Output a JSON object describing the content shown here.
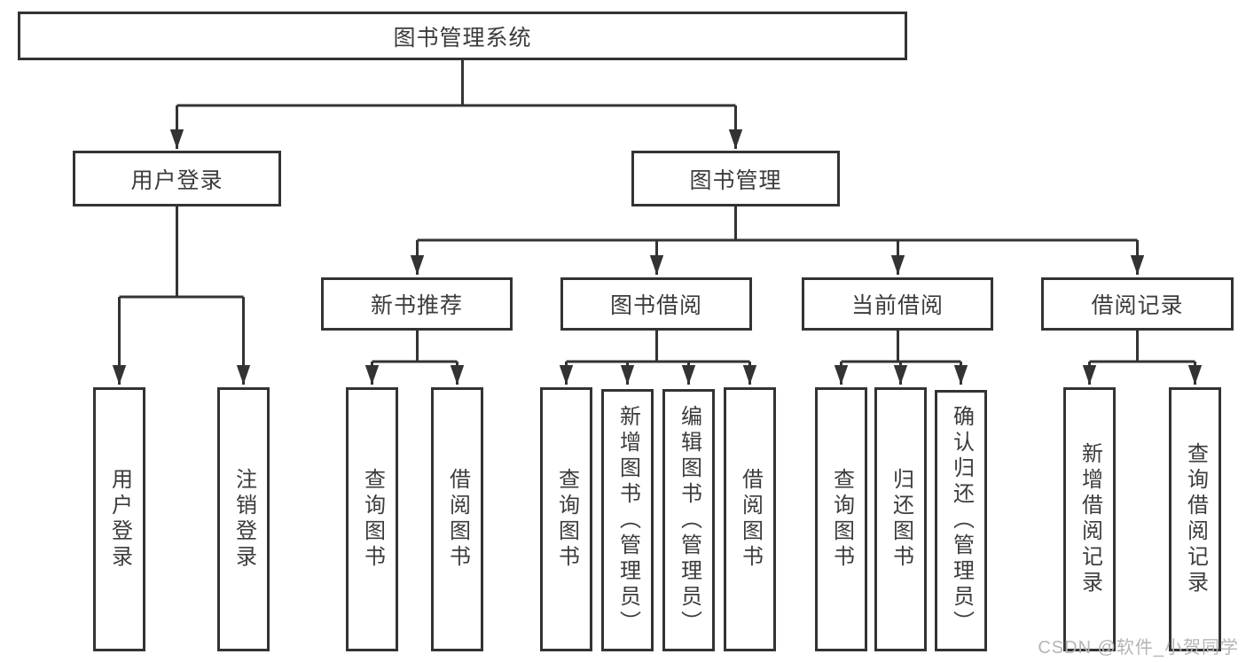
{
  "colors": {
    "line": "#333333",
    "text": "#3c3c3c",
    "watermark": "#b5b5b5"
  },
  "tree": {
    "label": "图书管理系统",
    "children": [
      {
        "label": "用户登录",
        "children": [
          {
            "label": "用户登录"
          },
          {
            "label": "注销登录"
          }
        ]
      },
      {
        "label": "图书管理",
        "children": [
          {
            "label": "新书推荐",
            "children": [
              {
                "label": "查询图书"
              },
              {
                "label": "借阅图书"
              }
            ]
          },
          {
            "label": "图书借阅",
            "children": [
              {
                "label": "查询图书"
              },
              {
                "label": "新增图书（管理员）"
              },
              {
                "label": "编辑图书（管理员）"
              },
              {
                "label": "借阅图书"
              }
            ]
          },
          {
            "label": "当前借阅",
            "children": [
              {
                "label": "查询图书"
              },
              {
                "label": "归还图书"
              },
              {
                "label": "确认归还（管理员）"
              }
            ]
          },
          {
            "label": "借阅记录",
            "children": [
              {
                "label": "新增借阅记录"
              },
              {
                "label": "查询借阅记录"
              }
            ]
          }
        ]
      }
    ]
  },
  "watermark": {
    "text": "CSDN @软件_小贺同学"
  }
}
